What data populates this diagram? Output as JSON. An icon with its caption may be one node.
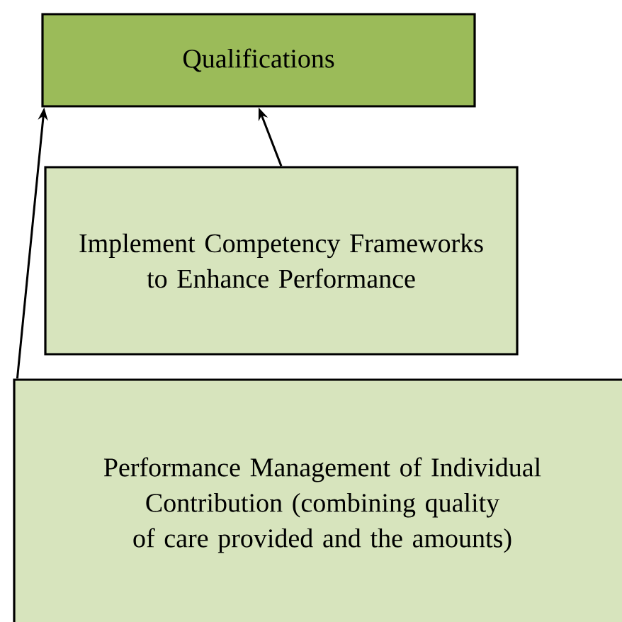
{
  "diagram": {
    "nodes": [
      {
        "text": [
          "Qualifications"
        ]
      },
      {
        "text": [
          "Implement Competency Frameworks to Enhance Performance"
        ]
      },
      {
        "text": [
          "Performance Management of Individual Contribution (combining quality of care provided and the amounts)"
        ]
      }
    ],
    "edges": [
      {
        "from": 1,
        "to": 0,
        "arrow": "to"
      },
      {
        "from": 2,
        "to": 0,
        "arrow": "to"
      }
    ]
  }
}
